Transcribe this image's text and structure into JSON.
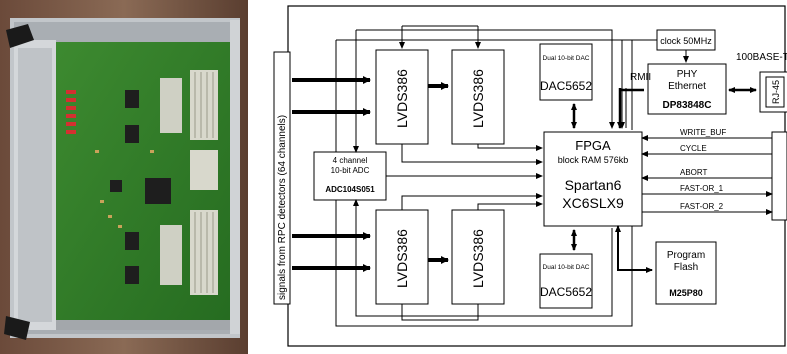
{
  "diagram": {
    "side_label": "signals from RPC detectors (64 channels)",
    "lvds": [
      "LVDS386",
      "LVDS386",
      "LVDS386",
      "LVDS386"
    ],
    "dac_top": {
      "caption": "Dual 10-bit DAC",
      "name": "DAC5652"
    },
    "dac_bottom": {
      "caption": "Dual 10-bit DAC",
      "name": "DAC5652"
    },
    "clock": "clock 50MHz",
    "phy": {
      "line1": "PHY",
      "line2": "Ethernet",
      "part": "DP83848C"
    },
    "rmii": "RMII",
    "ethernet_label": "100BASE-T",
    "rj45": "RJ-45",
    "adc": {
      "line1": "4 channel",
      "line2": "10-bit ADC",
      "part": "ADC104S051"
    },
    "fpga": {
      "line1": "FPGA",
      "line2": "block RAM 576kb",
      "line3": "Spartan6",
      "line4": "XC6SLX9"
    },
    "signals": [
      "WRITE_BUF",
      "CYCLE",
      "ABORT",
      "FAST-OR_1",
      "FAST-OR_2"
    ],
    "flash": {
      "line1": "Program",
      "line2": "Flash",
      "part": "M25P80"
    }
  },
  "colors": {
    "pcb": "#2f7a28",
    "chassis": "#b8bcc0",
    "line": "#000000"
  }
}
